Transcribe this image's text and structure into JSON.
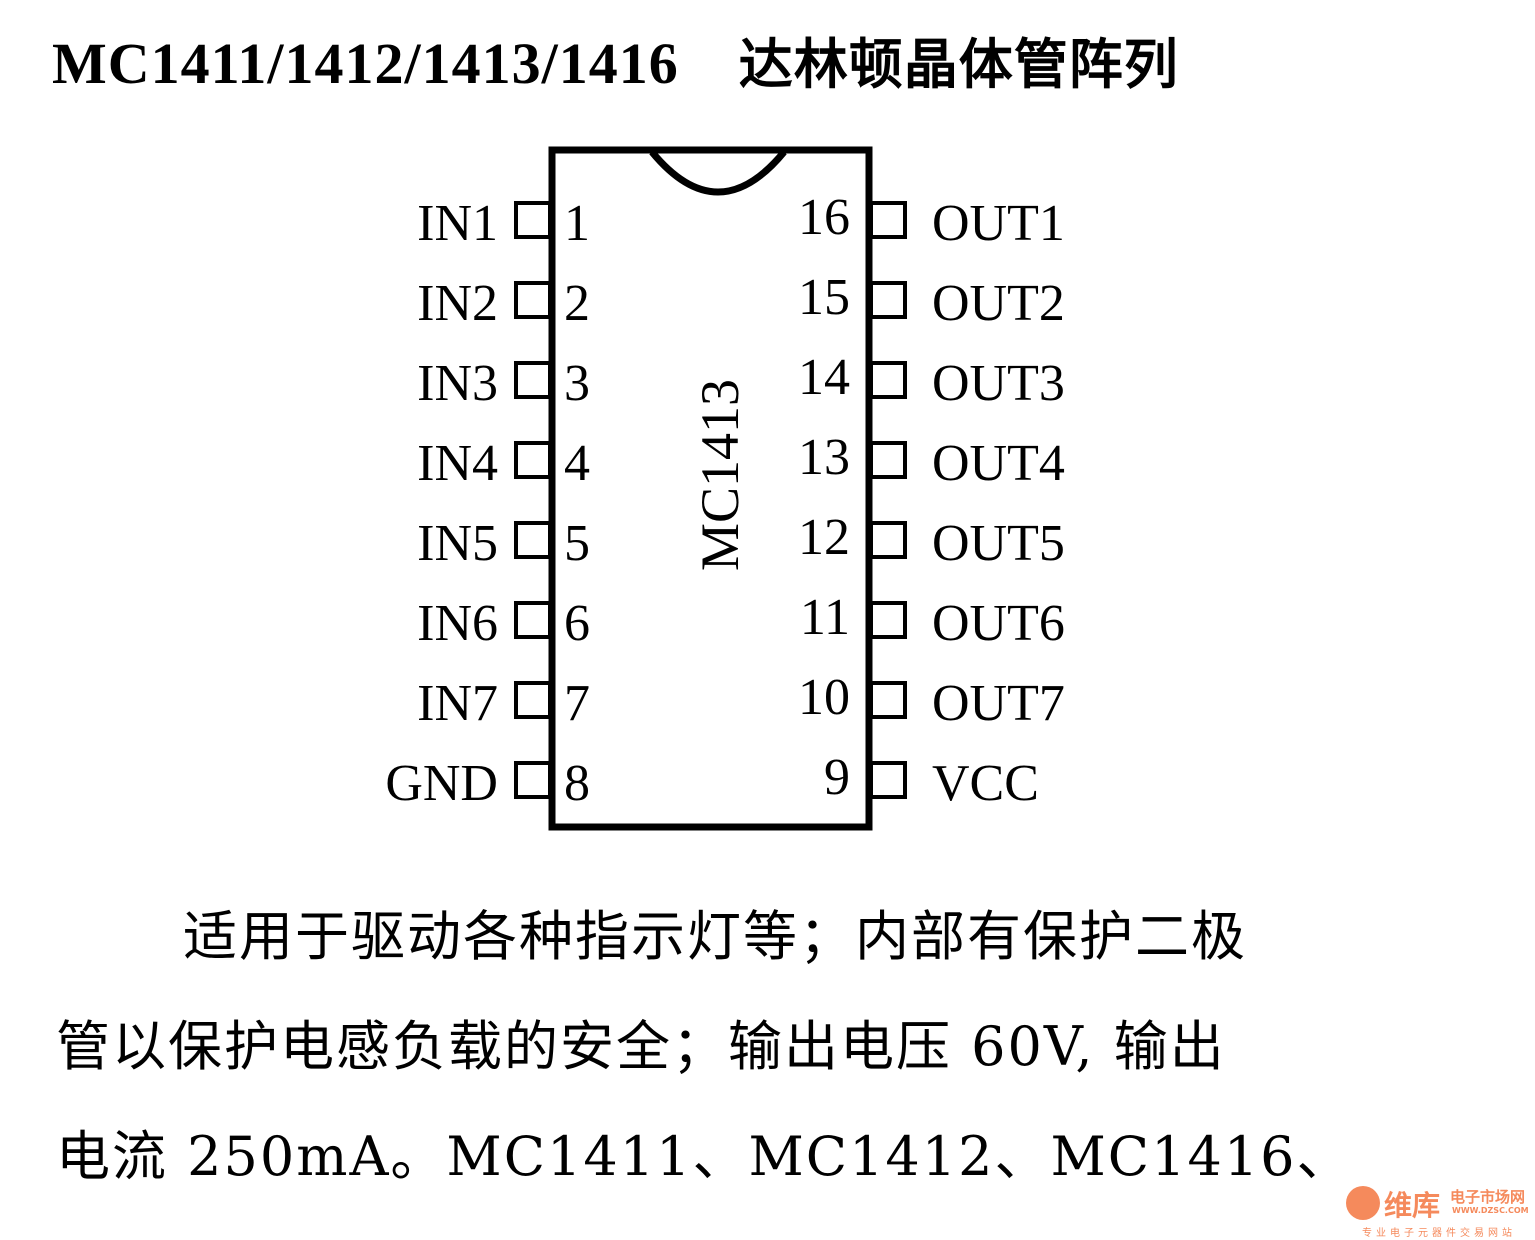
{
  "title": {
    "part_numbers": "MC1411/1412/1413/1416",
    "name": "达林顿晶体管阵列"
  },
  "chip": {
    "label": "MC1413",
    "left_pins": [
      {
        "name": "IN1",
        "number": "1"
      },
      {
        "name": "IN2",
        "number": "2"
      },
      {
        "name": "IN3",
        "number": "3"
      },
      {
        "name": "IN4",
        "number": "4"
      },
      {
        "name": "IN5",
        "number": "5"
      },
      {
        "name": "IN6",
        "number": "6"
      },
      {
        "name": "IN7",
        "number": "7"
      },
      {
        "name": "GND",
        "number": "8"
      }
    ],
    "right_pins": [
      {
        "name": "OUT1",
        "number": "16"
      },
      {
        "name": "OUT2",
        "number": "15"
      },
      {
        "name": "OUT3",
        "number": "14"
      },
      {
        "name": "OUT4",
        "number": "13"
      },
      {
        "name": "OUT5",
        "number": "12"
      },
      {
        "name": "OUT6",
        "number": "11"
      },
      {
        "name": "OUT7",
        "number": "10"
      },
      {
        "name": "VCC",
        "number": "9"
      }
    ]
  },
  "description": {
    "lines": [
      "适用于驱动各种指示灯等；内部有保护二极",
      "管以保护电感负载的安全；输出电压 60V, 输出",
      "电流 250mA。MC1411、MC1412、MC1416、"
    ]
  },
  "watermark": {
    "brand": "维库",
    "site": "电子市场网",
    "url": "WWW.DZSC.COM",
    "slogan": "专业电子元器件交易网站",
    "color": "#f58a5c"
  }
}
